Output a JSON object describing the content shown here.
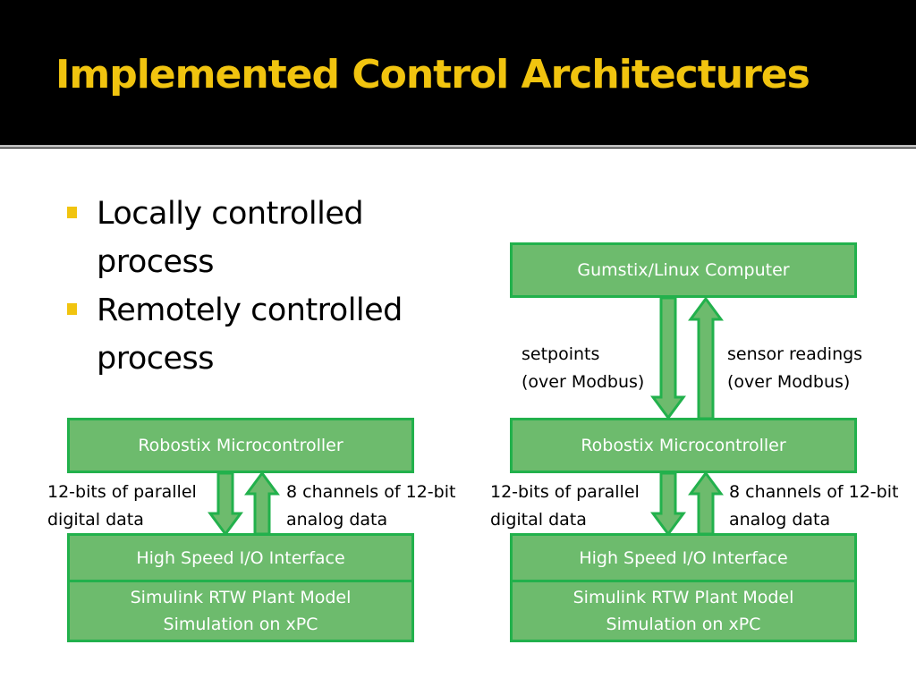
{
  "slide": {
    "title": "Implemented Control Architectures",
    "bullets": [
      {
        "line1": "Locally controlled",
        "line2": "process"
      },
      {
        "line1": "Remotely controlled",
        "line2": "process"
      }
    ]
  },
  "colors": {
    "title": "#f1c40f",
    "bullet_marker": "#f1c40f",
    "box_fill": "#6dbb6d",
    "box_border": "#22b14c",
    "arrow_fill": "#6dbb6d",
    "arrow_border": "#22b14c"
  },
  "local": {
    "micro": "Robostix Microcontroller",
    "down_label": {
      "line1": "12-bits of parallel",
      "line2": "digital data"
    },
    "up_label": {
      "line1": "8 channels of 12-bit",
      "line2": "analog data"
    },
    "io": "High Speed I/O Interface",
    "sim": {
      "line1": "Simulink RTW Plant Model",
      "line2": "Simulation on xPC"
    }
  },
  "remote": {
    "computer": "Gumstix/Linux Computer",
    "down_label": {
      "line1": "setpoints",
      "line2": "(over Modbus)"
    },
    "up_label": {
      "line1": "sensor readings",
      "line2": "(over Modbus)"
    },
    "micro": "Robostix Microcontroller",
    "down_label2": {
      "line1": "12-bits of parallel",
      "line2": "digital data"
    },
    "up_label2": {
      "line1": "8 channels of 12-bit",
      "line2": "analog data"
    },
    "io": "High Speed I/O Interface",
    "sim": {
      "line1": "Simulink RTW Plant Model",
      "line2": "Simulation on xPC"
    }
  }
}
